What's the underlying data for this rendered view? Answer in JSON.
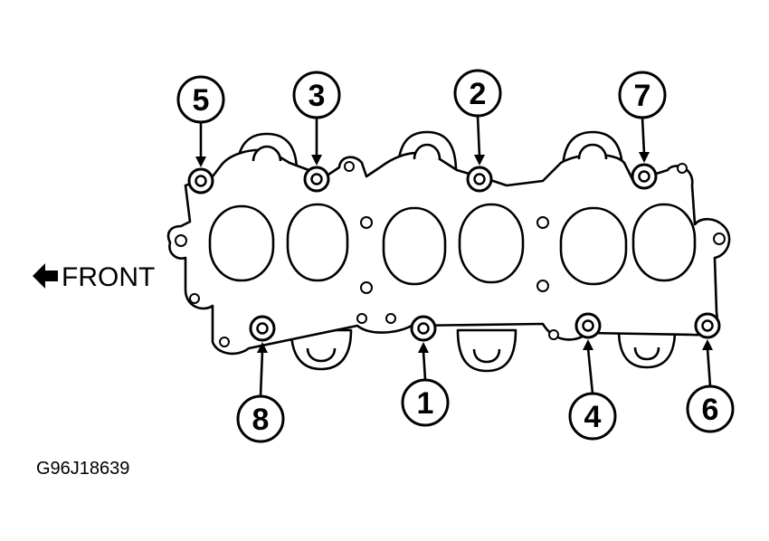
{
  "diagram": {
    "front_label": "FRONT",
    "figure_code": "G96J18639",
    "callouts": [
      {
        "number": "5"
      },
      {
        "number": "3"
      },
      {
        "number": "2"
      },
      {
        "number": "7"
      },
      {
        "number": "8"
      },
      {
        "number": "1"
      },
      {
        "number": "4"
      },
      {
        "number": "6"
      }
    ]
  }
}
